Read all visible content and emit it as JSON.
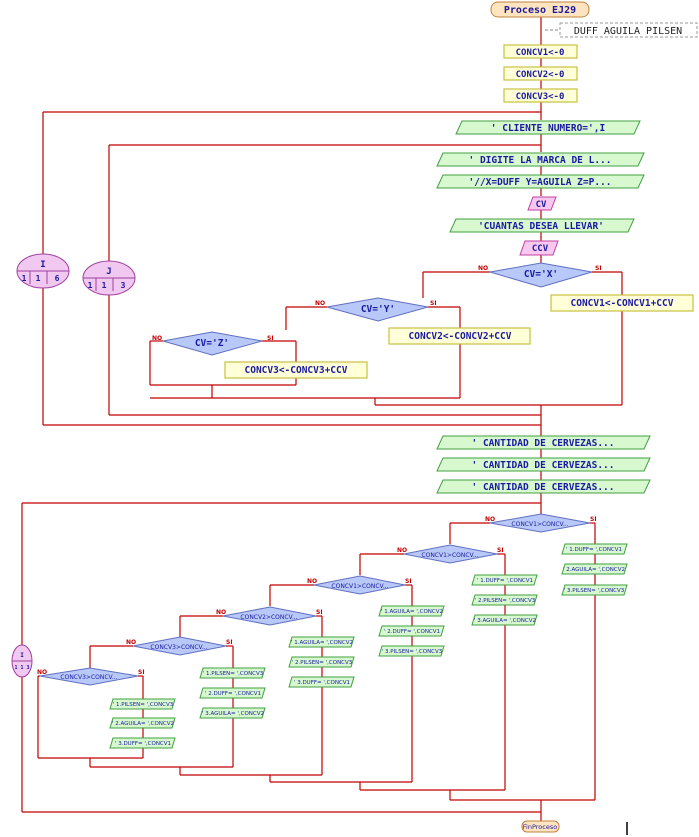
{
  "start": "Proceso EJ29",
  "end": "FinProceso",
  "comment": "DUFF AGUILA PILSEN",
  "assign1": "CONCV1<-0",
  "assign2": "CONCV2<-0",
  "assign3": "CONCV3<-0",
  "loop_i": {
    "var": "I",
    "a": "1",
    "b": "1",
    "c": "6"
  },
  "loop_j": {
    "var": "J",
    "a": "1",
    "b": "1",
    "c": "3"
  },
  "loop_i2": {
    "var": "I",
    "a": "1",
    "b": "1",
    "c": "3"
  },
  "out_cliente": "' CLIENTE NUMERO=',I",
  "out_digite": "' DIGITE LA MARCA DE L...",
  "out_x": "'//X=DUFF Y=AGUILA Z=P...",
  "read_cv": "CV",
  "out_cuantas": "'CUANTAS DESEA LLEVAR'",
  "read_ccv": "CCV",
  "cond_x": "CV='X'",
  "cond_y": "CV='Y'",
  "cond_z": "CV='Z'",
  "yes": "SI",
  "no": "NO",
  "sum1": "CONCV1<-CONCV1+CCV",
  "sum2": "CONCV2<-CONCV2+CCV",
  "sum3": "CONCV3<-CONCV3+CCV",
  "out_cant1": "' CANTIDAD DE CERVEZAS...",
  "out_cant2": "' CANTIDAD DE CERVEZAS...",
  "out_cant3": "' CANTIDAD DE CERVEZAS...",
  "cmp_1": "CONCV1>CONCV...",
  "cmp_2": "CONCV1>CONCV...",
  "cmp_3": "CONCV1>CONCV...",
  "cmp_4": "CONCV2>CONCV...",
  "cmp_5": "CONCV3>CONCV...",
  "cmp_6": "CONCV3>CONCV...",
  "o_a1": "' 1.DUFF= ',CONCV1",
  "o_a2": "' 2.AGUILA= ',CONCV2",
  "o_a3": "' 3.PILSEN= ',CONCV3",
  "o_b1": "' 1.DUFF= ',CONCV1",
  "o_b2": "' 2.PILSEN= ',CONCV3",
  "o_b3": "' 3.AGUILA= ',CONCV2",
  "o_c1": "' 1.AGUILA= ',CONCV2",
  "o_c2": "' 2.DUFF= ',CONCV1",
  "o_c3": "' 3.PILSEN= ',CONCV3",
  "o_d1": "' 1.AGUILA= ',CONCV2",
  "o_d2": "' 2.PILSEN= ',CONCV3",
  "o_d3": "' 3.DUFF= ',CONCV1",
  "o_e1": "' 1.PILSEN= ',CONCV3",
  "o_e2": "' 2.DUFF= ',CONCV1",
  "o_e3": "' 3.AGUILA= ',CONCV2",
  "o_f1": "' 1.PILSEN= ',CONCV3",
  "o_f2": "' 2.AGUILA= ',CONCV2",
  "o_f3": "' 3.DUFF= ',CONCV1"
}
